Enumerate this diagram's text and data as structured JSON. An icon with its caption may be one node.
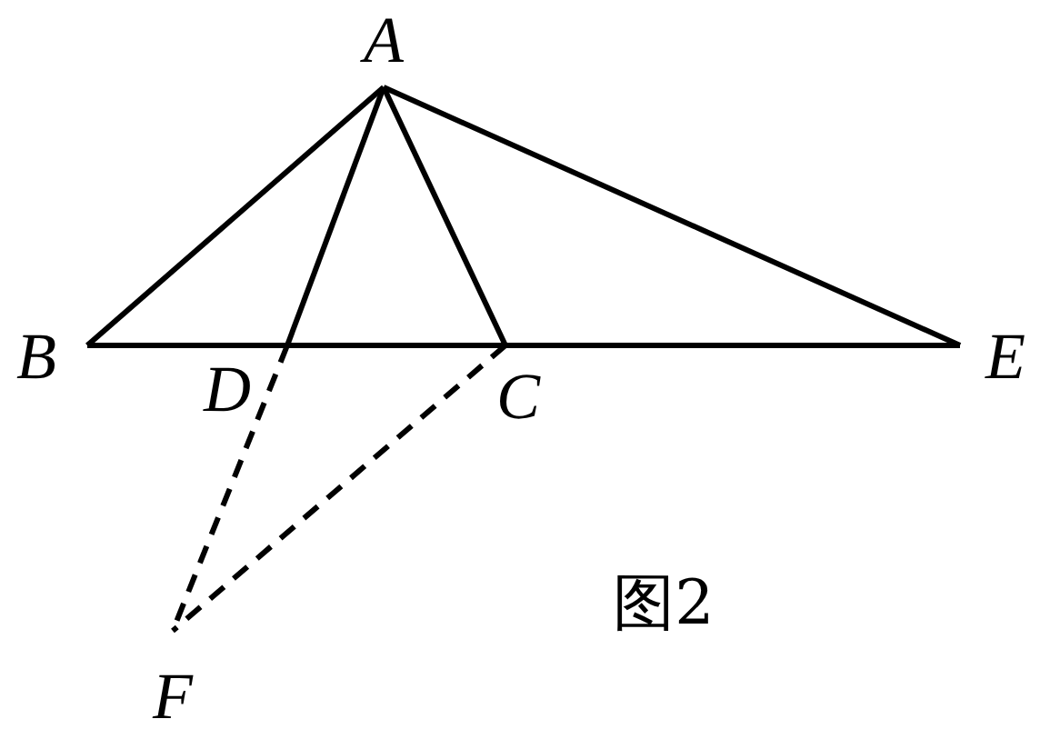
{
  "diagram": {
    "nodes": [
      {
        "text": [
          "A"
        ]
      },
      {
        "text": [
          "B"
        ]
      },
      {
        "text": [
          "D"
        ]
      },
      {
        "text": [
          "C"
        ]
      },
      {
        "text": [
          "E"
        ]
      },
      {
        "text": [
          "F"
        ]
      }
    ],
    "edges": [
      {
        "from": 0,
        "to": 1,
        "arrow": "none"
      },
      {
        "from": 0,
        "to": 2,
        "arrow": "none"
      },
      {
        "from": 0,
        "to": 3,
        "arrow": "none"
      },
      {
        "from": 0,
        "to": 4,
        "arrow": "none"
      },
      {
        "from": 1,
        "to": 4,
        "arrow": "none"
      },
      {
        "from": 2,
        "to": 5,
        "arrow": "none",
        "style": "dashed"
      },
      {
        "from": 3,
        "to": 5,
        "arrow": "none",
        "style": "dashed"
      }
    ],
    "labels": [
      "图2"
    ]
  }
}
